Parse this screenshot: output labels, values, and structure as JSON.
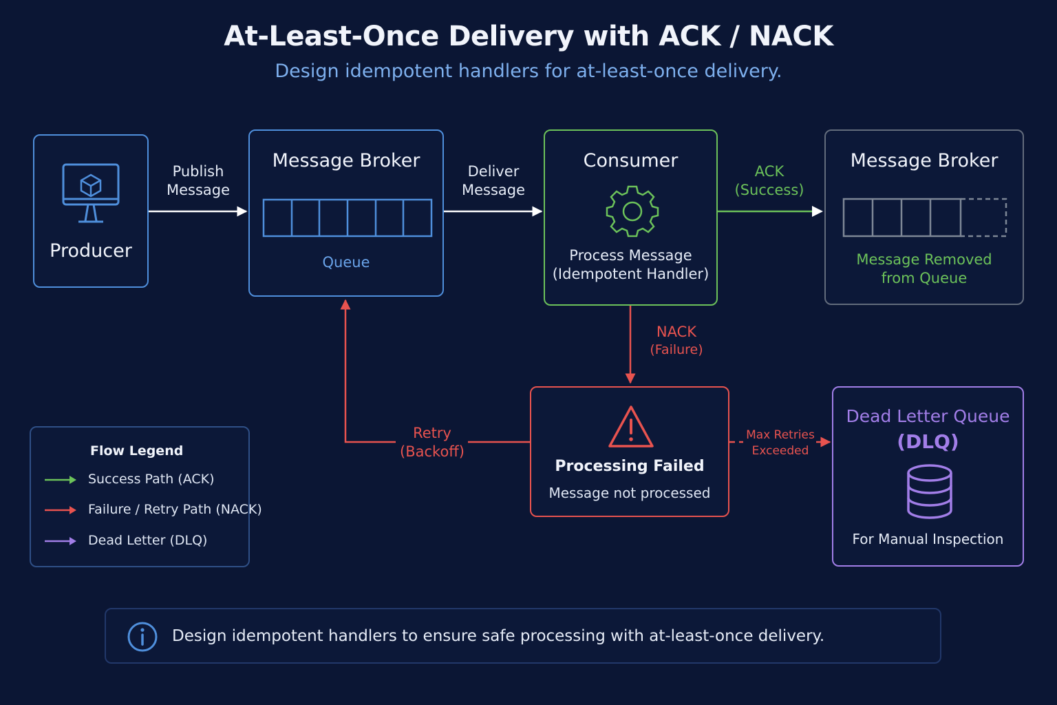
{
  "header": {
    "title": "At-Least-Once Delivery with ACK / NACK",
    "subtitle": "Design idempotent handlers for at-least-once delivery."
  },
  "nodes": {
    "producer": {
      "label": "Producer",
      "icon": "monitor-cube-icon"
    },
    "broker": {
      "title": "Message Broker",
      "queue_label": "Queue"
    },
    "consumer": {
      "title": "Consumer",
      "icon": "gear-icon",
      "line1": "Process Message",
      "line2": "(Idempotent Handler)"
    },
    "broker_after": {
      "title": "Message Broker",
      "line1": "Message Removed",
      "line2": "from Queue"
    },
    "failed": {
      "icon": "warning-icon",
      "title": "Processing Failed",
      "subtitle": "Message not processed"
    },
    "dlq": {
      "title_line1": "Dead Letter Queue",
      "title_line2": "(DLQ)",
      "icon": "database-icon",
      "caption": "For Manual Inspection"
    }
  },
  "edges": {
    "publish": {
      "line1": "Publish",
      "line2": "Message"
    },
    "deliver": {
      "line1": "Deliver",
      "line2": "Message"
    },
    "ack": {
      "line1": "ACK",
      "line2": "(Success)"
    },
    "nack": {
      "line1": "NACK",
      "line2": "(Failure)"
    },
    "retry": {
      "line1": "Retry",
      "line2": "(Backoff)"
    },
    "max_retries": {
      "line1": "Max Retries",
      "line2": "Exceeded"
    }
  },
  "legend": {
    "title": "Flow Legend",
    "items": [
      {
        "label": "Success Path (ACK)",
        "color": "#6cc25a"
      },
      {
        "label": "Failure / Retry Path (NACK)",
        "color": "#e8534f"
      },
      {
        "label": "Dead Letter (DLQ)",
        "color": "#a27ee8"
      }
    ]
  },
  "info": {
    "icon": "info-icon",
    "text": "Design idempotent handlers to ensure safe processing with at-least-once delivery."
  },
  "colors": {
    "background": "#0b1634",
    "blue": "#4f8fdc",
    "green": "#6cc25a",
    "red": "#e8534f",
    "purple": "#a27ee8",
    "gray": "#7e8796"
  }
}
